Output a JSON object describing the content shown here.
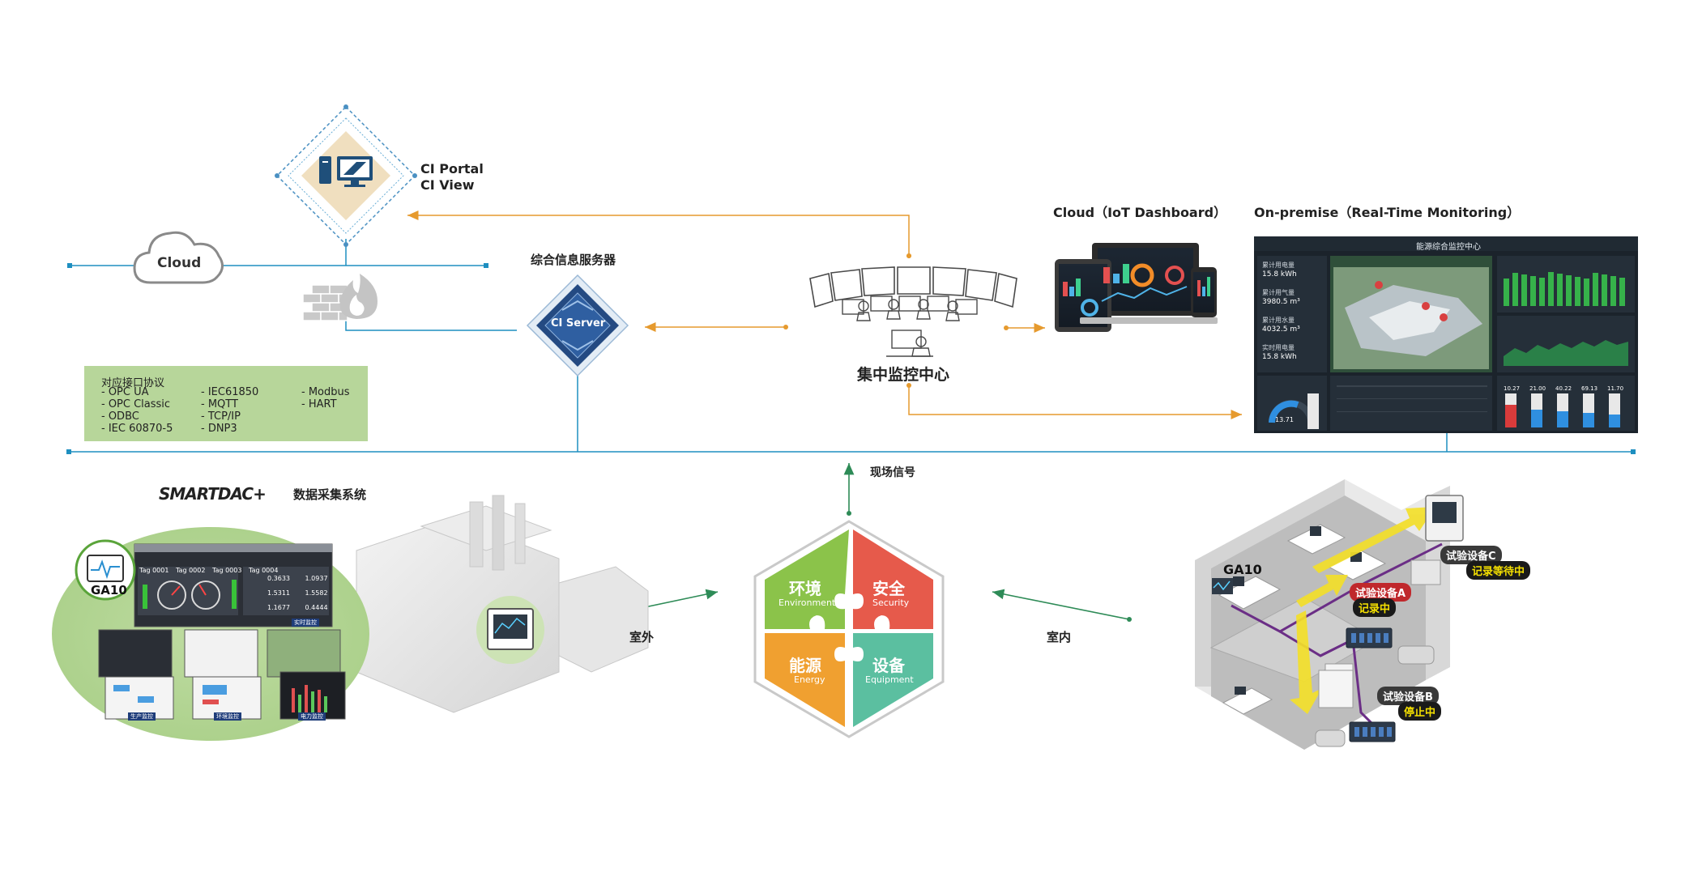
{
  "ci_portal": {
    "line1": "CI Portal",
    "line2": "CI View"
  },
  "cloud": {
    "label": "Cloud"
  },
  "server": {
    "title": "综合信息服务器",
    "badge": "CI Server"
  },
  "control_center": {
    "label": "集中监控中心"
  },
  "iot_dashboard": {
    "title": "Cloud（IoT Dashboard）"
  },
  "onpremise": {
    "title": "On-premise（Real-Time Monitoring）",
    "screen_title": "能源综合监控中心",
    "kpis": [
      {
        "label": "累计用电量",
        "value": "15.8 kWh"
      },
      {
        "label": "累计用气量",
        "value": "3980.5 m³"
      },
      {
        "label": "累计用水量",
        "value": "4032.5 m³"
      },
      {
        "label": "实时用电量",
        "value": "15.8 kWh"
      }
    ],
    "gauge_value": "13.71",
    "bar_values": [
      "10.27",
      "21.00",
      "40.22",
      "69.13",
      "11.70"
    ]
  },
  "protocols": {
    "title": "对应接口协议",
    "col1": [
      "- OPC UA",
      "- OPC Classic",
      "- ODBC",
      "- IEC 60870-5"
    ],
    "col2": [
      "- IEC61850",
      "- MQTT",
      "- TCP/IP",
      "- DNP3"
    ],
    "col3": [
      "- Modbus",
      "- HART"
    ]
  },
  "field_signal": {
    "label": "现场信号"
  },
  "smartdac": {
    "logo": "SMARTDAC+",
    "subtitle": "数据采集系统"
  },
  "ga10_left": {
    "label": "GA10"
  },
  "ga10_right": {
    "label": "GA10"
  },
  "hexagon": {
    "quadrants": [
      {
        "cn": "环境",
        "en": "Environment",
        "color": "#8bc34a"
      },
      {
        "cn": "安全",
        "en": "Security",
        "color": "#e65a4b"
      },
      {
        "cn": "能源",
        "en": "Energy",
        "color": "#f0a030"
      },
      {
        "cn": "设备",
        "en": "Equipment",
        "color": "#5bbfa0"
      }
    ]
  },
  "outdoor": {
    "label": "室外"
  },
  "indoor": {
    "label": "室内"
  },
  "smartdac_screen": {
    "tags": [
      "Tag 0001",
      "Tag 0002",
      "Tag 0003",
      "Tag 0004"
    ],
    "values": [
      "0.3633",
      "1.0937",
      "1.5311",
      "1.5582",
      "1.1677",
      "0.4444"
    ],
    "panel_label": "实时监控",
    "thumb_labels": [
      "生产监控",
      "环境监控",
      "电力监控"
    ]
  },
  "equipment": {
    "c": {
      "name": "试验设备C",
      "status": "记录等待中"
    },
    "a": {
      "name": "试验设备A",
      "status": "记录中"
    },
    "b": {
      "name": "试验设备B",
      "status": "停止中"
    }
  },
  "colors": {
    "network_line": "#1e8fc0",
    "arrow_orange": "#e69a2e",
    "arrow_green": "#2e8b57",
    "protocol_bg": "#b7d69a"
  }
}
